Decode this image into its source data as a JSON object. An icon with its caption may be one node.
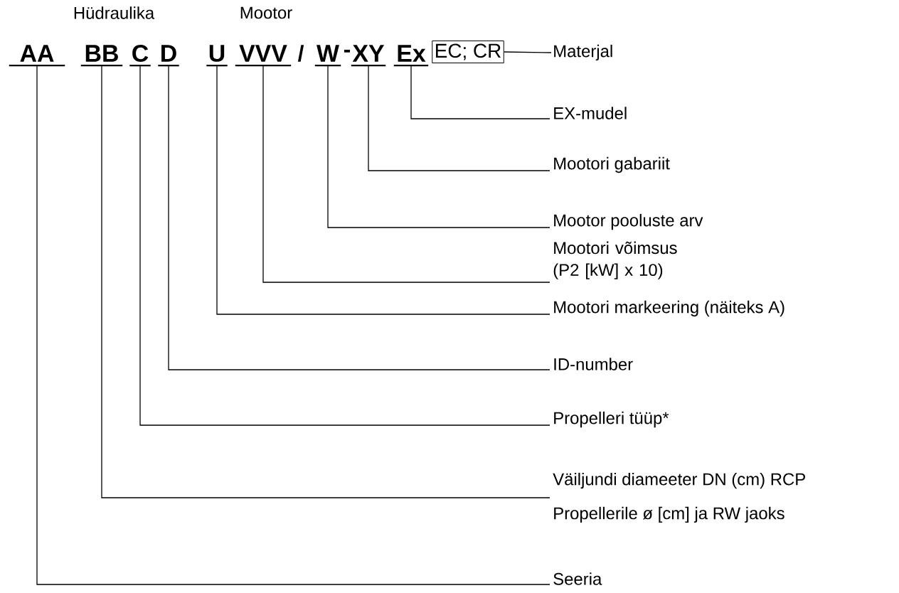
{
  "diagram": {
    "nodes": [
      {
        "text": [
          "AA"
        ]
      },
      {
        "text": [
          "BB"
        ]
      },
      {
        "text": [
          "C"
        ]
      },
      {
        "text": [
          "D"
        ]
      },
      {
        "text": [
          "U"
        ]
      },
      {
        "text": [
          "VVV"
        ]
      },
      {
        "text": [
          "W"
        ]
      },
      {
        "text": [
          "XY"
        ]
      },
      {
        "text": [
          "Ex"
        ]
      },
      {
        "text": [
          "EC; CR"
        ]
      },
      {
        "text": [
          "Materjal"
        ]
      },
      {
        "text": [
          "EX-mudel"
        ]
      },
      {
        "text": [
          "Mootori gabariit"
        ]
      },
      {
        "text": [
          "Mootor pooluste arv"
        ]
      },
      {
        "text": [
          "Mootori võimsus (P2 [kW] x 10)"
        ]
      },
      {
        "text": [
          "Mootori markeering (näiteks A)"
        ]
      },
      {
        "text": [
          "ID-number"
        ]
      },
      {
        "text": [
          "Propelleri tüüp*"
        ]
      },
      {
        "text": [
          "Väiljundi diameeter DN (cm) RCP",
          "Propellerile ø [cm] ja RW jaoks"
        ]
      },
      {
        "text": [
          "Seeria"
        ]
      }
    ],
    "edges": [
      {
        "from": 9,
        "to": 10,
        "arrow": "none"
      },
      {
        "from": 8,
        "to": 11,
        "arrow": "none"
      },
      {
        "from": 7,
        "to": 12,
        "arrow": "none"
      },
      {
        "from": 6,
        "to": 13,
        "arrow": "none"
      },
      {
        "from": 5,
        "to": 14,
        "arrow": "none"
      },
      {
        "from": 4,
        "to": 15,
        "arrow": "none"
      },
      {
        "from": 3,
        "to": 16,
        "arrow": "none"
      },
      {
        "from": 2,
        "to": 17,
        "arrow": "none"
      },
      {
        "from": 1,
        "to": 18,
        "arrow": "none"
      },
      {
        "from": 0,
        "to": 19,
        "arrow": "none"
      }
    ],
    "labels": [
      "Hüdraulika",
      "Mootor",
      "/",
      "-"
    ]
  }
}
